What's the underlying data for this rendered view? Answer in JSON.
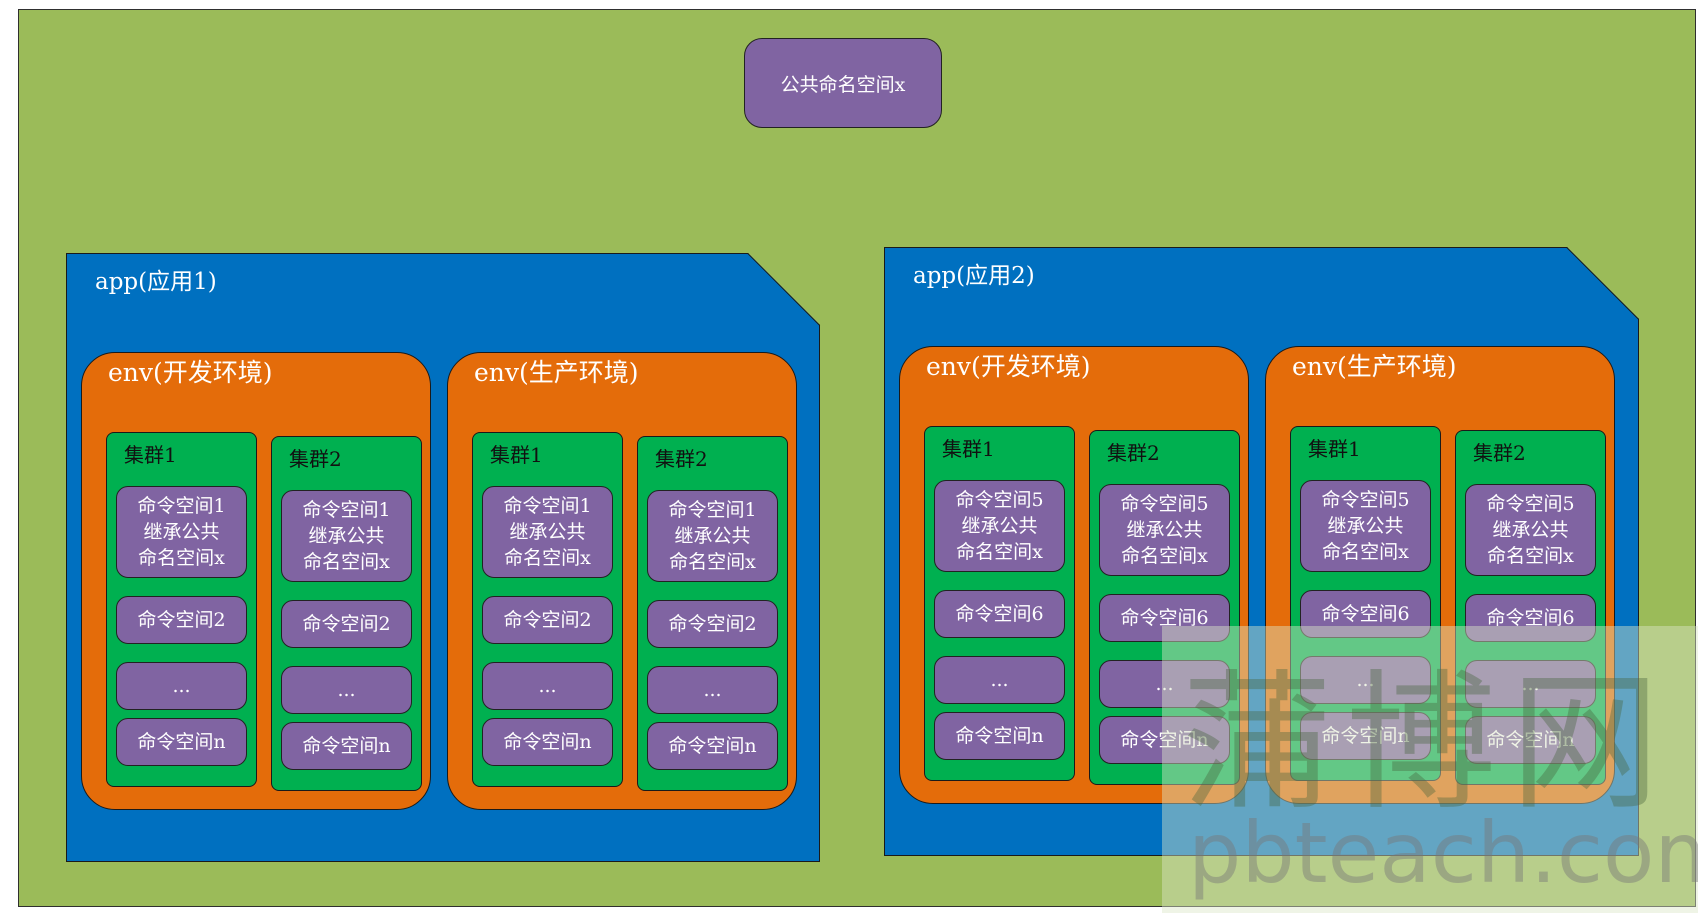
{
  "public_namespace": "公共命名空间x",
  "apps": [
    {
      "title": "app(应用1)",
      "envs": [
        {
          "title": "env(开发环境)",
          "clusters": [
            {
              "title": "集群1",
              "namespaces": [
                "命令空间1\n继承公共\n命名空间x",
                "命令空间2",
                "...",
                "命令空间n"
              ]
            },
            {
              "title": "集群2",
              "namespaces": [
                "命令空间1\n继承公共\n命名空间x",
                "命令空间2",
                "...",
                "命令空间n"
              ]
            }
          ]
        },
        {
          "title": "env(生产环境)",
          "clusters": [
            {
              "title": "集群1",
              "namespaces": [
                "命令空间1\n继承公共\n命名空间x",
                "命令空间2",
                "...",
                "命令空间n"
              ]
            },
            {
              "title": "集群2",
              "namespaces": [
                "命令空间1\n继承公共\n命名空间x",
                "命令空间2",
                "...",
                "命令空间n"
              ]
            }
          ]
        }
      ]
    },
    {
      "title": "app(应用2)",
      "envs": [
        {
          "title": "env(开发环境)",
          "clusters": [
            {
              "title": "集群1",
              "namespaces": [
                "命令空间5\n继承公共\n命名空间x",
                "命令空间6",
                "...",
                "命令空间n"
              ]
            },
            {
              "title": "集群2",
              "namespaces": [
                "命令空间5\n继承公共\n命名空间x",
                "命令空间6",
                "...",
                "命令空间n"
              ]
            }
          ]
        },
        {
          "title": "env(生产环境)",
          "clusters": [
            {
              "title": "集群1",
              "namespaces": [
                "命令空间5\n继承公共\n命名空间x",
                "命令空间6",
                "...",
                "命令空间n"
              ]
            },
            {
              "title": "集群2",
              "namespaces": [
                "命令空间5\n继承公共\n命名空间x",
                "命令空间6",
                "...",
                "命令空间n"
              ]
            }
          ]
        }
      ]
    }
  ],
  "watermark": {
    "cn": "蒲博网",
    "en": "pbteach.com"
  }
}
